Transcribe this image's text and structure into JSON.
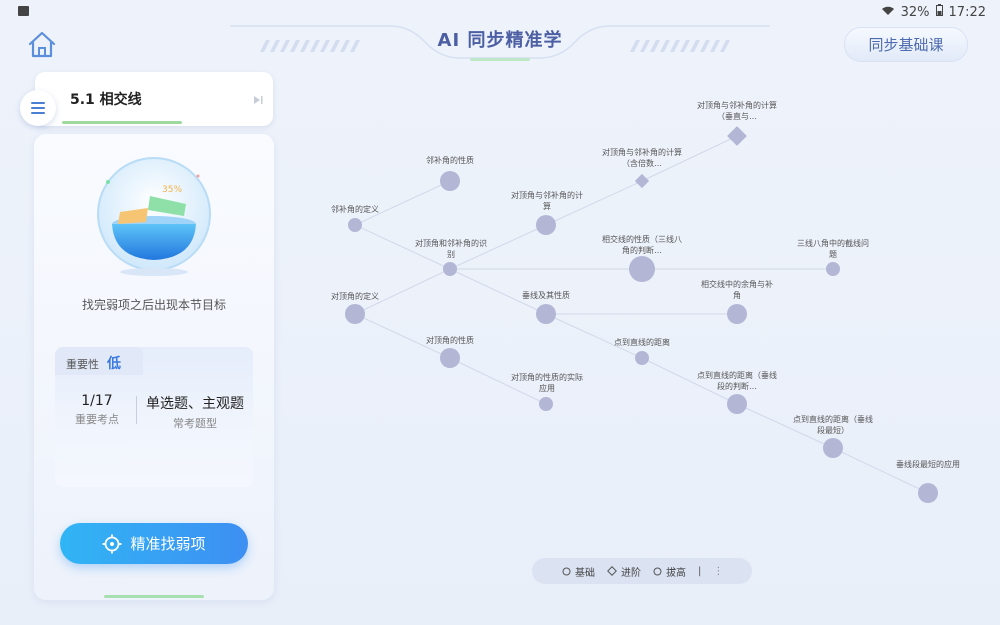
{
  "status": {
    "battery": "32%",
    "time": "17:22"
  },
  "header": {
    "title": "AI 同步精准学",
    "course_button": "同步基础课"
  },
  "section": {
    "title": "5.1 相交线"
  },
  "panel": {
    "hint": "找完弱项之后出现本节目标",
    "globe_percent": "35%",
    "importance_label": "重要性",
    "importance_level": "低",
    "stat1_value": "1/17",
    "stat1_caption": "重要考点",
    "stat2_value": "单选题、主观题",
    "stat2_caption": "常考题型",
    "find_button": "精准找弱项"
  },
  "graph": {
    "nodes": [
      {
        "label": "邻补角的定义"
      },
      {
        "label": "对顶角的定义"
      },
      {
        "label": "邻补角的性质"
      },
      {
        "label": "对顶角和邻补角的识别"
      },
      {
        "label": "对顶角的性质"
      },
      {
        "label": "对顶角与邻补角的计算"
      },
      {
        "label": "垂线及其性质"
      },
      {
        "label": "对顶角的性质的实际应用"
      },
      {
        "label": "对顶角与邻补角的计算（含倍数…"
      },
      {
        "label": "相交线的性质（三线八角的判断…"
      },
      {
        "label": "点到直线的距离"
      },
      {
        "label": "对顶角与邻补角的计算（垂直与…"
      },
      {
        "label": "相交线中的余角与补角"
      },
      {
        "label": "点到直线的距离（垂线段的判断…"
      },
      {
        "label": "三线八角中的截线问题"
      },
      {
        "label": "点到直线的距离（垂线段最短）"
      },
      {
        "label": "垂线段最短的应用"
      }
    ]
  },
  "legend": {
    "basic": "基础",
    "advanced": "进阶",
    "hard": "拔高"
  }
}
